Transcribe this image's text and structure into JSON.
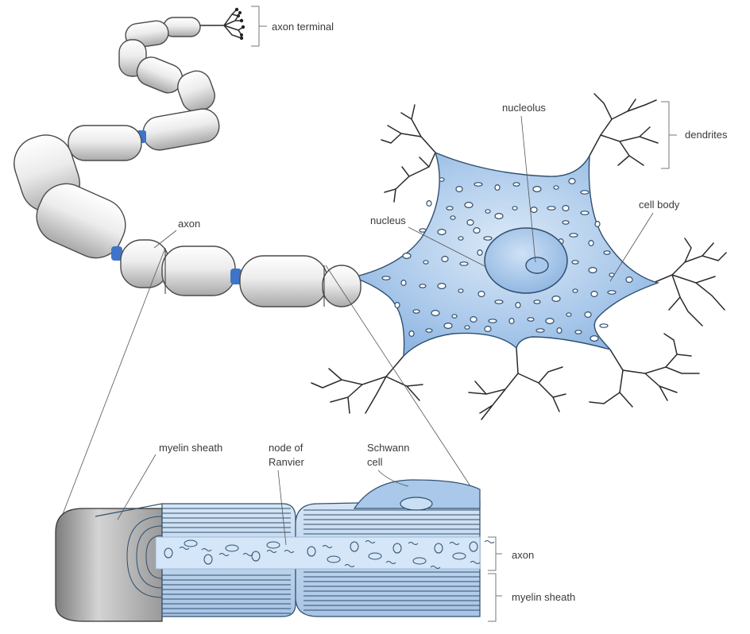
{
  "labels": {
    "axon_terminal": "axon terminal",
    "nucleolus": "nucleolus",
    "dendrites": "dendrites",
    "nucleus": "nucleus",
    "cell_body": "cell body",
    "axon_top": "axon",
    "myelin_sheath_top": "myelin sheath",
    "node_of_ranvier_line1": "node of",
    "node_of_ranvier_line2": "Ranvier",
    "schwann_line1": "Schwann",
    "schwann_line2": "cell",
    "axon_bottom": "axon",
    "myelin_sheath_bottom": "myelin sheath"
  },
  "colors": {
    "cell_fill": "#a9c8ea",
    "cell_fill_light": "#d5e6f6",
    "myelin_fill": "#e4e4e4",
    "node_blue": "#3f74c9",
    "sheath_blue": "#b7cfe9",
    "axon_core": "#cfe2f4"
  }
}
